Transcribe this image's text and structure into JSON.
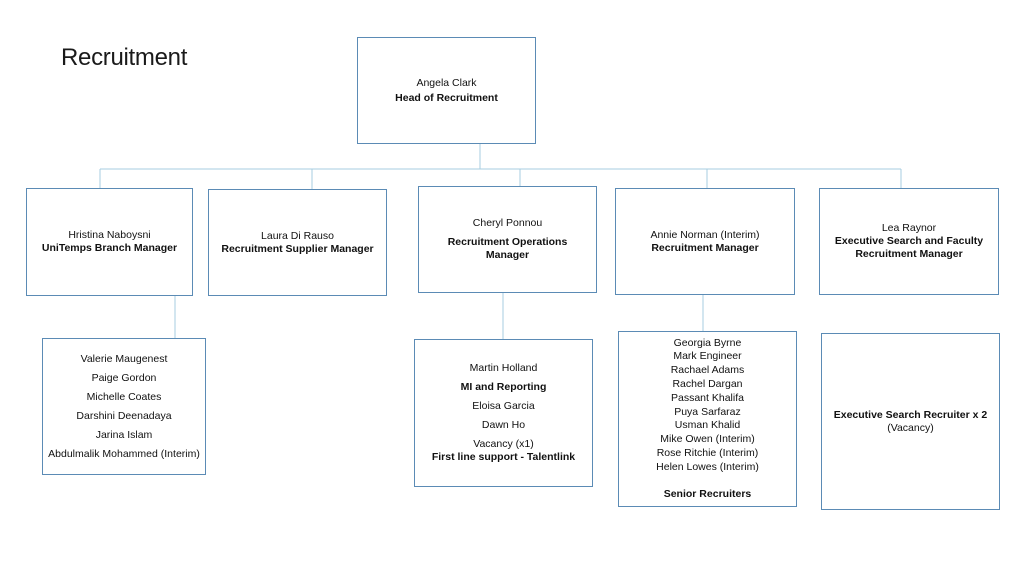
{
  "title": "Recruitment",
  "head": {
    "name": "Angela Clark",
    "role": "Head of Recruitment"
  },
  "managers": [
    {
      "name": "Hristina Naboysni",
      "role": "UniTemps Branch Manager"
    },
    {
      "name": "Laura Di Rauso",
      "role": "Recruitment Supplier Manager"
    },
    {
      "name": "Cheryl Ponnou",
      "role": "Recruitment Operations Manager"
    },
    {
      "name": "Annie Norman  (Interim)",
      "role": "Recruitment Manager"
    },
    {
      "name": "Lea Raynor",
      "role": "Executive Search and Faculty Recruitment Manager"
    }
  ],
  "teams": {
    "unitemps": [
      "Valerie Maugenest",
      "Paige Gordon",
      "Michelle Coates",
      "Darshini Deenadaya",
      "Jarina Islam",
      "Abdulmalik Mohammed (Interim)"
    ],
    "operations": {
      "members": [
        "Martin Holland",
        "MI and Reporting",
        "Eloisa Garcia",
        "Dawn Ho",
        "Vacancy (x1)",
        "First line support  - Talentlink"
      ]
    },
    "recruitment": {
      "members": [
        "Georgia Byrne",
        "Mark Engineer",
        "Rachael Adams",
        "Rachel Dargan",
        "Passant Khalifa",
        "Puya Sarfaraz",
        "Usman Khalid",
        "Mike Owen (Interim)",
        "Rose Ritchie (Interim)",
        "Helen Lowes (Interim)"
      ],
      "label": "Senior Recruiters"
    },
    "executive": {
      "role": "Executive Search Recruiter x 2",
      "note": "(Vacancy)"
    }
  },
  "colors": {
    "box_border": "#5b8bb5",
    "connector": "#a7cde0"
  }
}
